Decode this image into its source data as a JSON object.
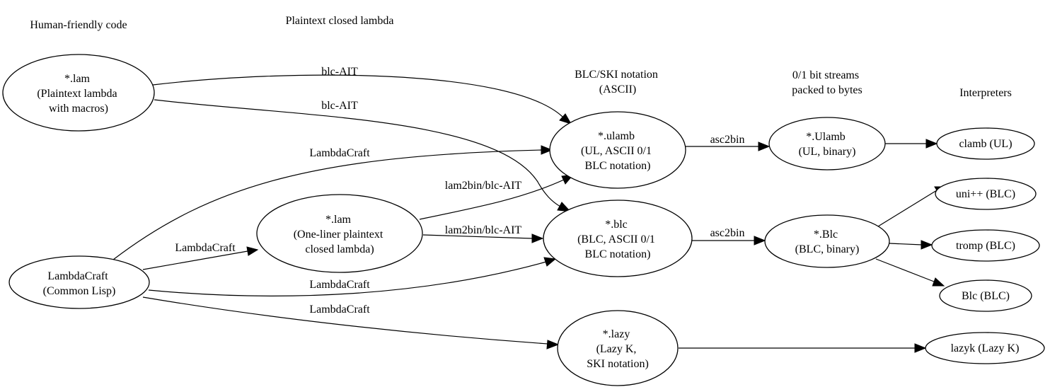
{
  "column_headers": [
    {
      "id": "human-friendly",
      "text": "Human-friendly code"
    },
    {
      "id": "plaintext-closed",
      "text": "Plaintext closed lambda"
    },
    {
      "id": "blc-ski",
      "lines": [
        "BLC/SKI notation",
        "(ASCII)"
      ]
    },
    {
      "id": "bitstreams",
      "lines": [
        "0/1 bit streams",
        "packed to bytes"
      ]
    },
    {
      "id": "interpreters",
      "text": "Interpreters"
    }
  ],
  "nodes": [
    {
      "id": "lam-macros",
      "lines": [
        "*.lam",
        "(Plaintext lambda",
        "with macros)"
      ]
    },
    {
      "id": "lambdacraft",
      "lines": [
        "LambdaCraft",
        "(Common Lisp)"
      ]
    },
    {
      "id": "lam-oneliner",
      "lines": [
        "*.lam",
        "(One-liner plaintext",
        "closed lambda)"
      ]
    },
    {
      "id": "ulamb-ascii",
      "lines": [
        "*.ulamb",
        "(UL, ASCII 0/1",
        "BLC notation)"
      ]
    },
    {
      "id": "blc-ascii",
      "lines": [
        "*.blc",
        "(BLC, ASCII 0/1",
        "BLC notation)"
      ]
    },
    {
      "id": "lazy-ski",
      "lines": [
        "*.lazy",
        "(Lazy K,",
        "SKI notation)"
      ]
    },
    {
      "id": "ulamb-binary",
      "lines": [
        "*.Ulamb",
        "(UL, binary)"
      ]
    },
    {
      "id": "blc-binary",
      "lines": [
        "*.Blc",
        "(BLC, binary)"
      ]
    },
    {
      "id": "clamb",
      "lines": [
        "clamb (UL)"
      ]
    },
    {
      "id": "unipp",
      "lines": [
        "uni++ (BLC)"
      ]
    },
    {
      "id": "tromp",
      "lines": [
        "tromp (BLC)"
      ]
    },
    {
      "id": "blc-interp",
      "lines": [
        "Blc (BLC)"
      ]
    },
    {
      "id": "lazyk",
      "lines": [
        "lazyk (Lazy K)"
      ]
    }
  ],
  "edges": [
    {
      "id": "lam-to-ulamb",
      "from": "lam-macros",
      "to": "ulamb-ascii",
      "label": "blc-AIT"
    },
    {
      "id": "lam-to-blc",
      "from": "lam-macros",
      "to": "blc-ascii",
      "label": "blc-AIT"
    },
    {
      "id": "lc-to-ulamb",
      "from": "lambdacraft",
      "to": "ulamb-ascii",
      "label": "LambdaCraft"
    },
    {
      "id": "lc-to-oneliner",
      "from": "lambdacraft",
      "to": "lam-oneliner",
      "label": "LambdaCraft"
    },
    {
      "id": "lc-to-blc",
      "from": "lambdacraft",
      "to": "blc-ascii",
      "label": "LambdaCraft"
    },
    {
      "id": "lc-to-lazy",
      "from": "lambdacraft",
      "to": "lazy-ski",
      "label": "LambdaCraft"
    },
    {
      "id": "oneliner-to-ulamb",
      "from": "lam-oneliner",
      "to": "ulamb-ascii",
      "label": "lam2bin/blc-AIT"
    },
    {
      "id": "oneliner-to-blc",
      "from": "lam-oneliner",
      "to": "blc-ascii",
      "label": "lam2bin/blc-AIT"
    },
    {
      "id": "ulamb-to-binary",
      "from": "ulamb-ascii",
      "to": "ulamb-binary",
      "label": "asc2bin"
    },
    {
      "id": "blc-to-binary",
      "from": "blc-ascii",
      "to": "blc-binary",
      "label": "asc2bin"
    },
    {
      "id": "ubin-to-clamb",
      "from": "ulamb-binary",
      "to": "clamb",
      "label": ""
    },
    {
      "id": "bbin-to-unipp",
      "from": "blc-binary",
      "to": "unipp",
      "label": ""
    },
    {
      "id": "bbin-to-tromp",
      "from": "blc-binary",
      "to": "tromp",
      "label": ""
    },
    {
      "id": "bbin-to-blc",
      "from": "blc-binary",
      "to": "blc-interp",
      "label": ""
    },
    {
      "id": "lazy-to-lazyk",
      "from": "lazy-ski",
      "to": "lazyk",
      "label": ""
    }
  ]
}
